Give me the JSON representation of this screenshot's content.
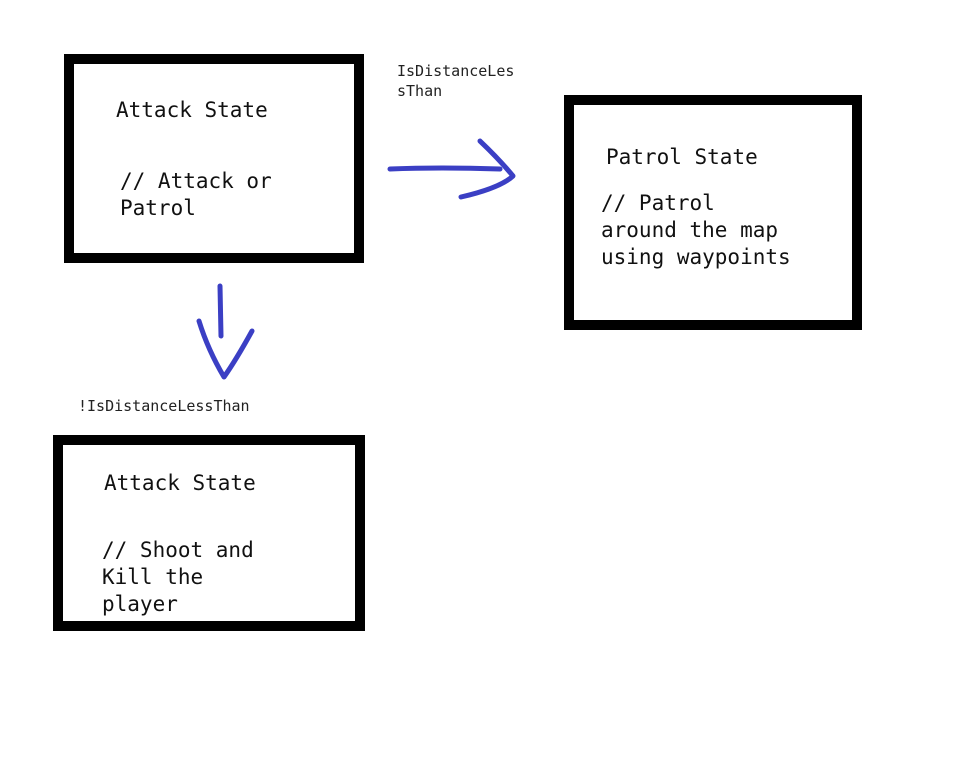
{
  "states": {
    "attack_top": {
      "title": "Attack State",
      "comment": "// Attack or\nPatrol"
    },
    "patrol": {
      "title": "Patrol State",
      "comment": "// Patrol\naround the map\nusing waypoints"
    },
    "attack_bottom": {
      "title": "Attack State",
      "comment": "// Shoot and\nKill the\nplayer"
    }
  },
  "transitions": {
    "to_patrol": "IsDistanceLes\nsThan",
    "to_attack": "!IsDistanceLessThan"
  },
  "colors": {
    "box_border": "#000000",
    "arrow": "#3b3fc4"
  }
}
